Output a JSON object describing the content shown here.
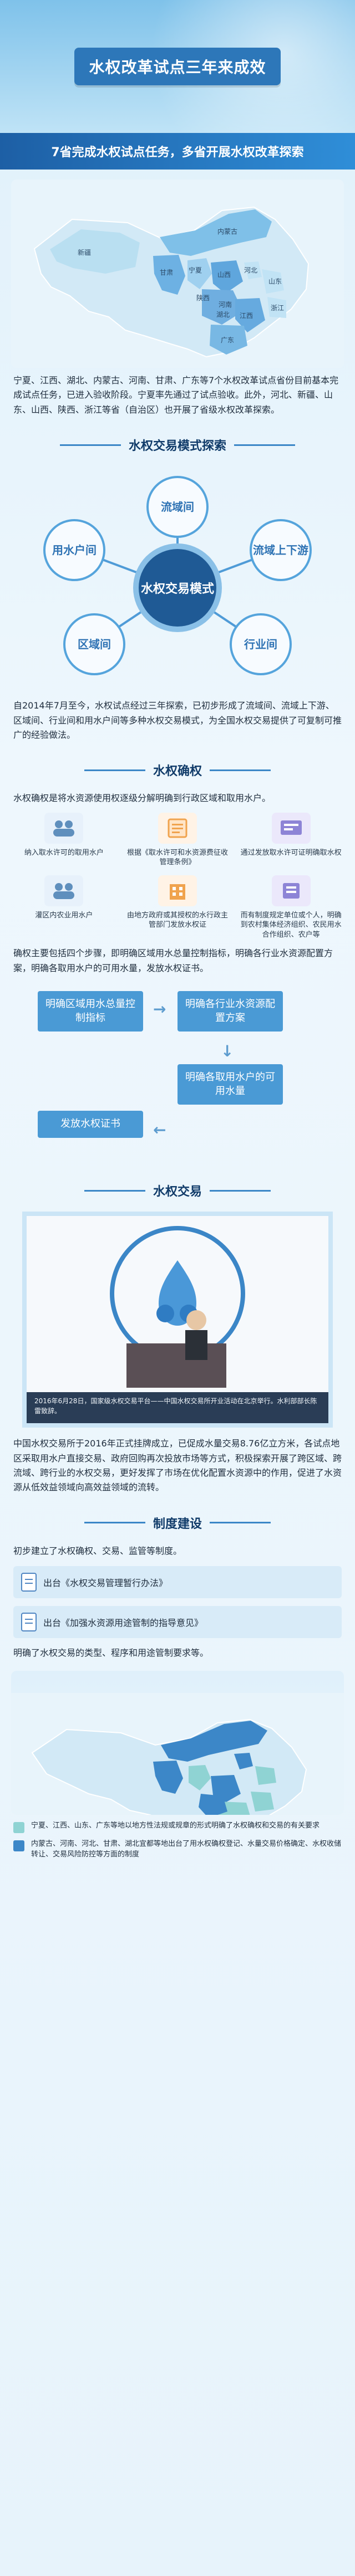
{
  "hero": {
    "title": "水权改革试点三年来成效"
  },
  "section1": {
    "band": "7省完成水权试点任务，多省开展水权改革探索",
    "paragraph": "宁夏、江西、湖北、内蒙古、河南、甘肃、广东等7个水权改革试点省份目前基本完成试点任务，已进入验收阶段。宁夏率先通过了试点验收。此外，河北、新疆、山东、山西、陕西、浙江等省（自治区）也开展了省级水权改革探索。",
    "map_labels": [
      "新疆",
      "内蒙古",
      "甘肃",
      "宁夏",
      "陕西",
      "山西",
      "河南",
      "湖北",
      "江西",
      "广东",
      "浙江",
      "山东",
      "河北"
    ]
  },
  "section2": {
    "heading": "水权交易模式探索",
    "center": "水权交易模式",
    "nodes": [
      "用水户间",
      "流域间",
      "流域上下游",
      "区域间",
      "行业间"
    ],
    "paragraph": "自2014年7月至今，水权试点经过三年探索，已初步形成了流域间、流域上下游、区域间、行业间和用水户间等多种水权交易模式，为全国水权交易提供了可复制可推广的经验做法。"
  },
  "section3": {
    "heading": "水权确权",
    "intro": "水权确权是将水资源使用权逐级分解明确到行政区域和取用水户。",
    "items": [
      {
        "icon": "people-icon",
        "text": "纳入取水许可的取用水户"
      },
      {
        "icon": "document-icon",
        "text": "根据《取水许可和水资源费征收管理条例》"
      },
      {
        "icon": "certificate-icon",
        "text": "通过发放取水许可证明确取水权"
      },
      {
        "icon": "people-icon",
        "text": "灌区内农业用水户"
      },
      {
        "icon": "building-icon",
        "text": "由地方政府或其授权的水行政主管部门发放水权证"
      },
      {
        "icon": "bill-icon",
        "text": "而有制度规定单位或个人，明确到农村集体经济组织、农民用水合作组织、农户等"
      }
    ],
    "paragraph": "确权主要包括四个步骤，即明确区域用水总量控制指标，明确各行业水资源配置方案，明确各取用水户的可用水量，发放水权证书。",
    "steps": [
      "明确区域用水总量控制指标",
      "明确各行业水资源配置方案",
      "明确各取用水户的可用水量",
      "发放水权证书"
    ]
  },
  "section4": {
    "heading": "水权交易",
    "caption": "2016年6月28日，国家级水权交易平台——中国水权交易所开业活动在北京举行。水利部部长陈雷致辞。",
    "paragraph": "中国水权交易所于2016年正式挂牌成立，已促成水量交易8.76亿立方米，各试点地区采取用水户直接交易、政府回购再次投放市场等方式，积极探索开展了跨区域、跨流域、跨行业的水权交易，更好发挥了市场在优化配置水资源中的作用，促进了水资源从低效益领域向高效益领域的流转。"
  },
  "section5": {
    "heading": "制度建设",
    "intro": "初步建立了水权确权、交易、监管等制度。",
    "docs": [
      "出台《水权交易管理暂行办法》",
      "出台《加强水资源用途管制的指导意见》"
    ],
    "outro": "明确了水权交易的类型、程序和用途管制要求等。",
    "legend": [
      {
        "color": "#8fd3d3",
        "text": "宁夏、江西、山东、广东等地以地方性法规或规章的形式明确了水权确权和交易的有关要求"
      },
      {
        "color": "#3c87c8",
        "text": "内蒙古、河南、河北、甘肃、湖北宜都等地出台了用水权确权登记、水量交易价格确定、水权收储转让、交易风险防控等方面的制度"
      }
    ]
  }
}
